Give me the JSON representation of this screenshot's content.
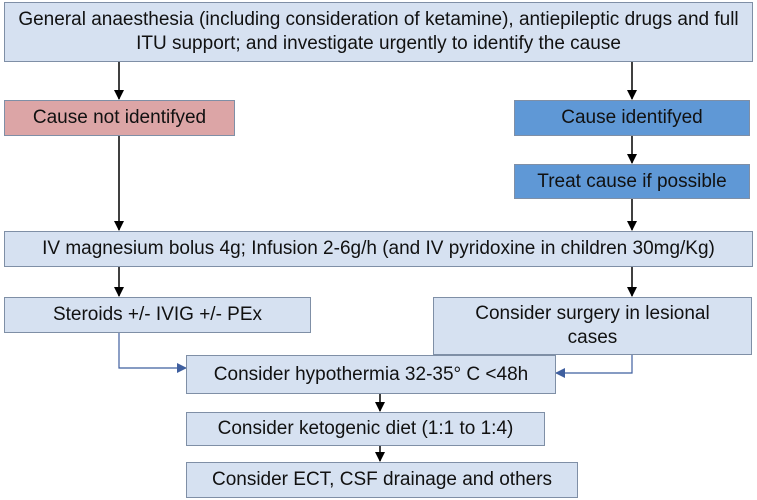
{
  "nodes": {
    "general": "General anaesthesia (including consideration of ketamine), antiepileptic drugs and full ITU support; and investigate urgently to identify the cause",
    "not_identified": "Cause not identifyed",
    "identified": "Cause identifyed",
    "treat": "Treat cause if possible",
    "magnesium": "IV magnesium bolus 4g; Infusion 2-6g/h (and IV pyridoxine in children 30mg/Kg)",
    "steroids": "Steroids +/- IVIG +/- PEx",
    "surgery": "Consider surgery in lesional cases",
    "hypothermia": "Consider hypothermia 32-35° C <48h",
    "ketogenic": "Consider ketogenic diet (1:1 to 1:4)",
    "ect": "Consider ECT, CSF drainage and others"
  },
  "colors": {
    "light_box": "#d6e1f1",
    "cause_not_identified": "#dca5a6",
    "cause_identified": "#5f98d6",
    "arrow_dark": "#000000",
    "arrow_blue": "#3f5f9f"
  }
}
